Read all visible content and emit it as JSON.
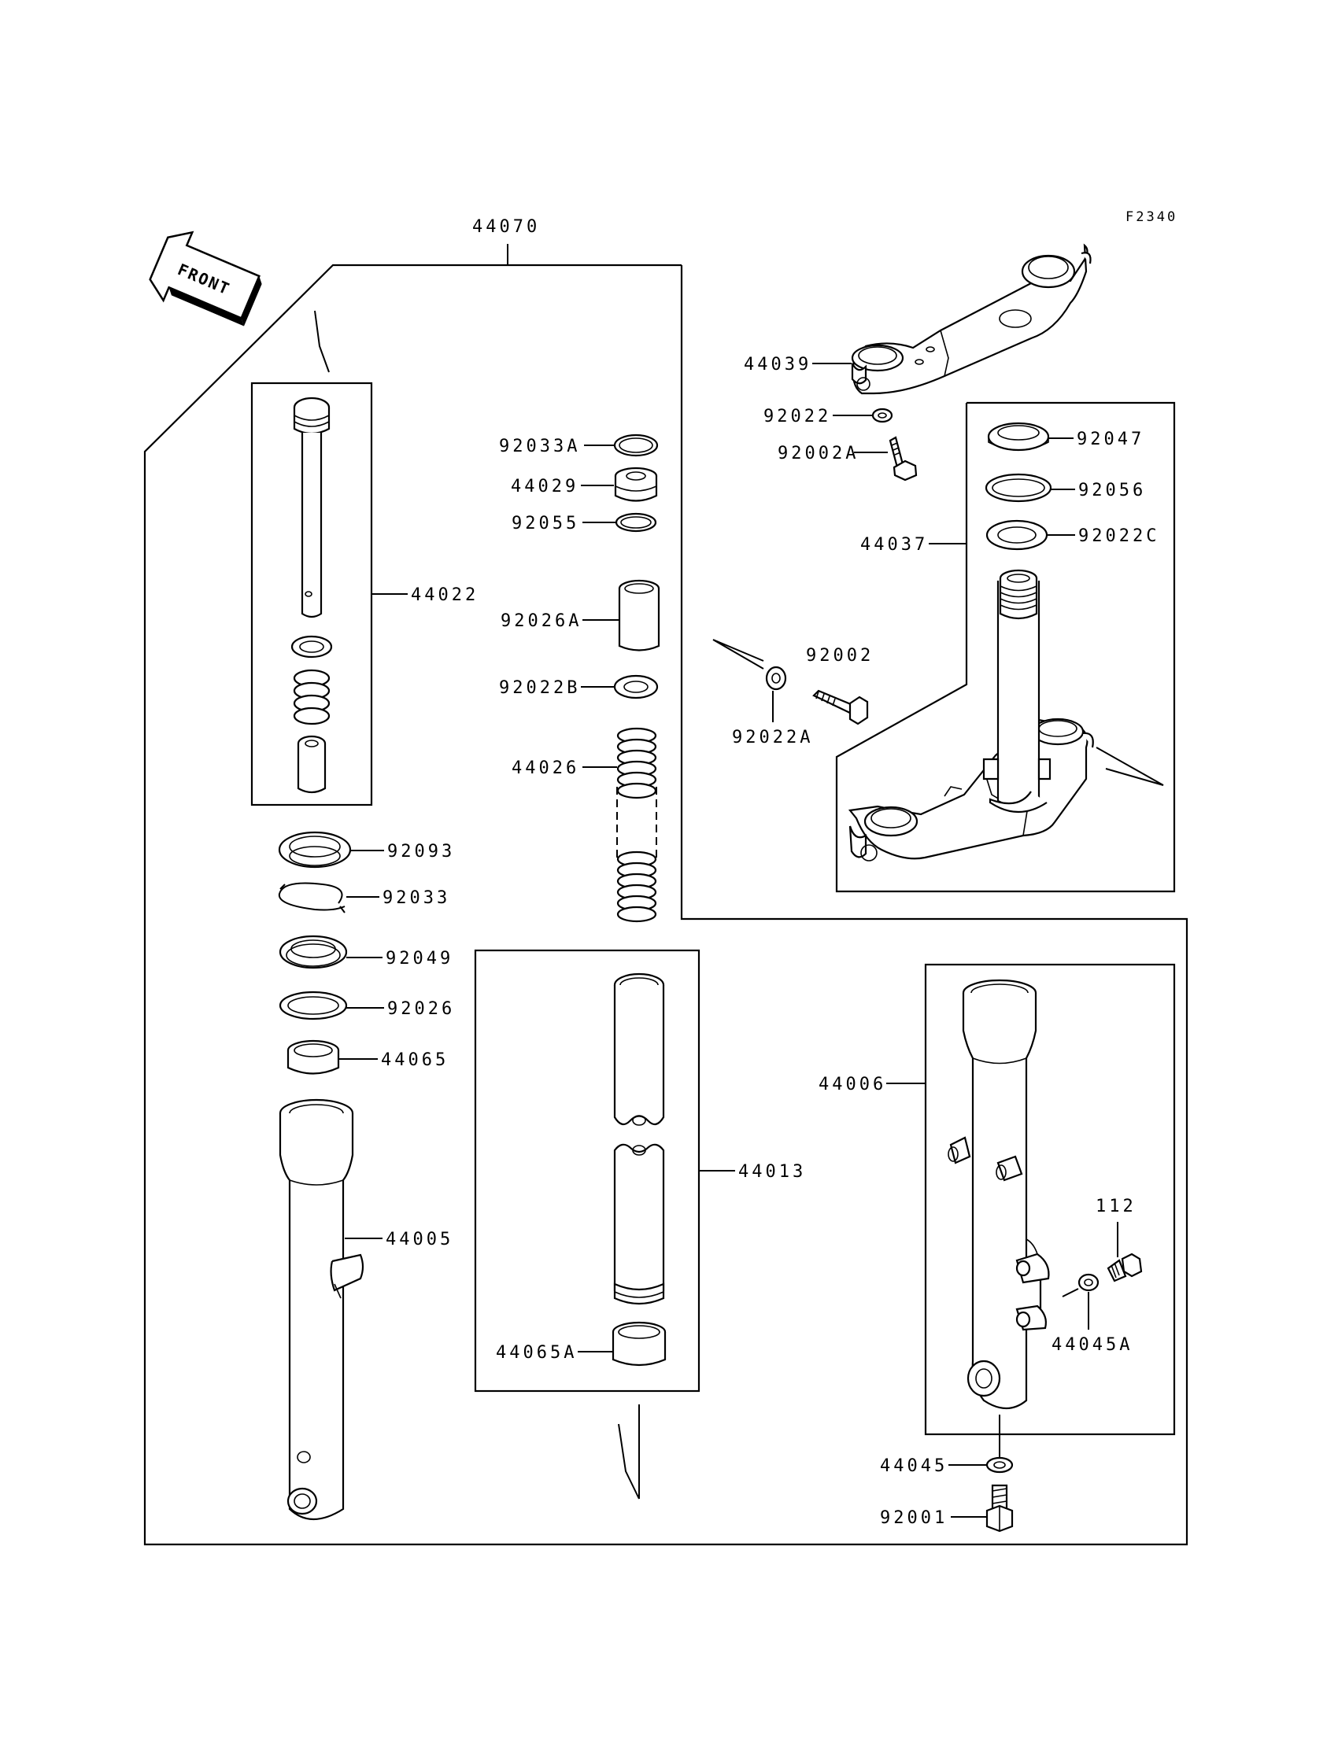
{
  "figure_code": "F2340",
  "front_marker": "FRONT",
  "labels": {
    "p44070": "44070",
    "p44022": "44022",
    "p92093": "92093",
    "p92033": "92033",
    "p92049": "92049",
    "p92026": "92026",
    "p44065": "44065",
    "p44005": "44005",
    "p92033A": "92033A",
    "p44029": "44029",
    "p92055": "92055",
    "p92026A": "92026A",
    "p92022B": "92022B",
    "p44026": "44026",
    "p44013": "44013",
    "p44065A": "44065A",
    "p44039": "44039",
    "p92022": "92022",
    "p92002A": "92002A",
    "p92047": "92047",
    "p92056": "92056",
    "p92022C": "92022C",
    "p44037": "44037",
    "p92002": "92002",
    "p92022A": "92022A",
    "p44006": "44006",
    "p112": "112",
    "p44045A": "44045A",
    "p44045": "44045",
    "p92001": "92001"
  }
}
